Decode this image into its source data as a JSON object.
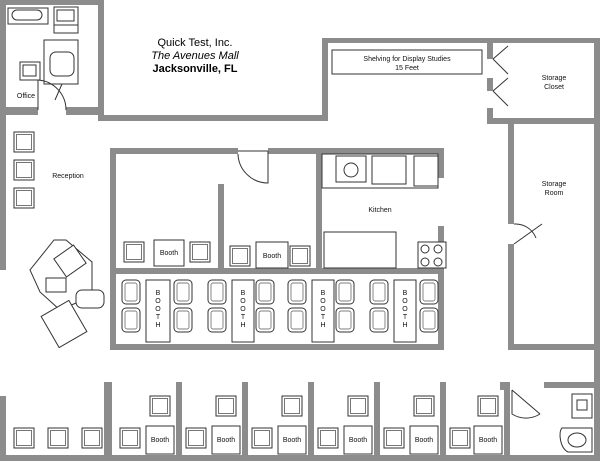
{
  "header": {
    "company": "Quick Test, Inc.",
    "venue": "The Avenues Mall",
    "city": "Jacksonville, FL"
  },
  "rooms": {
    "office": "Office",
    "reception": "Reception",
    "kitchen": "Kitchen",
    "storage_closet_line1": "Storage",
    "storage_closet_line2": "Closet",
    "storage_room_line1": "Storage",
    "storage_room_line2": "Room",
    "shelving_line1": "Shelving for Display Studies",
    "shelving_line2": "15 Feet"
  },
  "booths": {
    "upper_left": "Booth",
    "upper_mid": "Booth",
    "vertical": [
      "B O O T H",
      "B O O T H",
      "B O O T H",
      "B O O T H"
    ],
    "bottom": [
      "Booth",
      "Booth",
      "Booth",
      "Booth",
      "Booth",
      "Booth"
    ]
  },
  "colors": {
    "wall": "#8c8c8c",
    "line": "#333333",
    "fill": "#ffffff"
  }
}
